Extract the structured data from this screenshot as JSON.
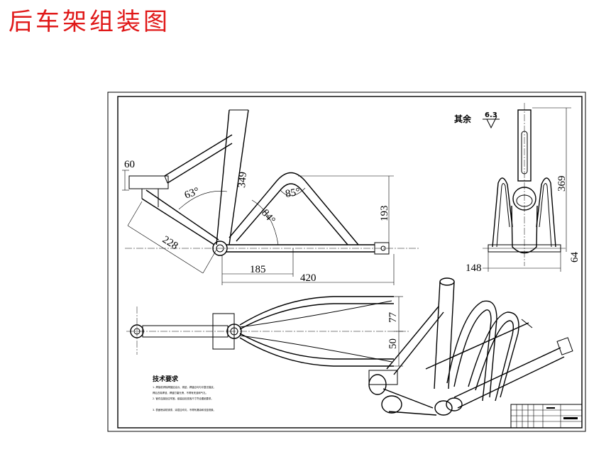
{
  "page": {
    "title": "后车架组装图"
  },
  "drawing": {
    "dimensions": {
      "side_height": "60",
      "seat_tube_length": "349",
      "angle_seat": "63°",
      "angle_chainstay": "84°",
      "angle_top": "85°",
      "seatstay_length": "228",
      "rise_height": "193",
      "horizontal_185": "185",
      "horizontal_420": "420",
      "rear_height": "369",
      "rear_width": "148",
      "rear_small": "64",
      "top_width_77": "77",
      "top_width_50": "50"
    },
    "surface_note": {
      "label": "其余",
      "roughness": "6.3"
    },
    "technical_requirements": {
      "heading": "技术要求",
      "lines": [
        "1. 焊接前清除焊缝处油污、锈迹，焊缝应均匀平整无裂纹。",
        "焊后去除焊渣，焊缝打磨光滑，不得有夹渣和气孔。",
        "2. 管件连接处应牢固，组装后检查各尺寸符合图纸要求。",
        "3. 表面喷涂防锈漆，涂层应均匀，不得有漏涂和流挂现象。"
      ]
    }
  }
}
